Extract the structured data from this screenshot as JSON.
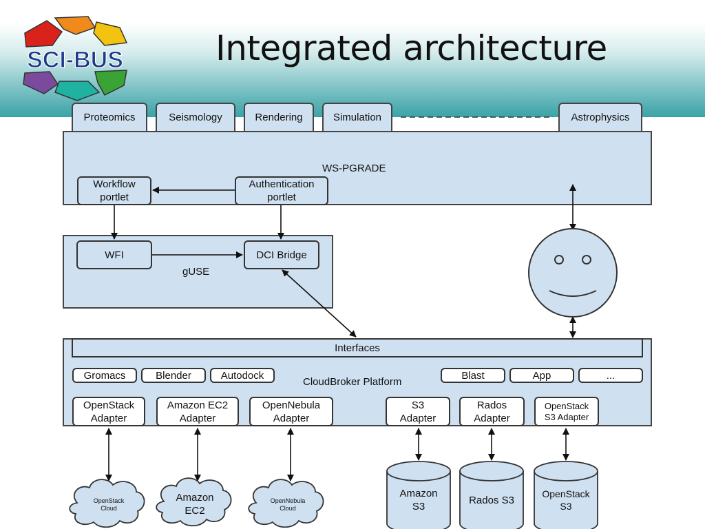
{
  "title": "Integrated architecture",
  "logo": {
    "text": "SCI-BUS"
  },
  "tabs": [
    "Proteomics",
    "Seismology",
    "Rendering",
    "Simulation",
    "Astrophysics"
  ],
  "wspgrade": {
    "label": "WS-PGRADE",
    "workflow_portlet": "Workflow\nportlet",
    "auth_portlet": "Authentication\nportlet"
  },
  "guse": {
    "label": "gUSE",
    "wfi": "WFI",
    "dci_bridge": "DCI Bridge"
  },
  "cloudbroker": {
    "interfaces": "Interfaces",
    "label": "CloudBroker Platform",
    "apps": [
      "Gromacs",
      "Blender",
      "Autodock",
      "Blast",
      "App",
      "..."
    ],
    "adapters": [
      "OpenStack\nAdapter",
      "Amazon EC2\nAdapter",
      "OpenNebula\nAdapter",
      "S3\nAdapter",
      "Rados\nAdapter",
      "OpenStack\nS3 Adapter"
    ]
  },
  "clouds": [
    "OpenStack\nCloud",
    "Amazon\nEC2",
    "OpenNebula\nCloud"
  ],
  "storages": [
    "Amazon\nS3",
    "Rados S3",
    "OpenStack\nS3"
  ],
  "colors": {
    "box_fill": "#cfe0f0",
    "header_teal": "#3aa3a7",
    "logo_red": "#d9221c",
    "logo_orange": "#f08a1c",
    "logo_yellow": "#f2c40f",
    "logo_green": "#3aa335",
    "logo_blue": "#2a4fb0",
    "logo_purple": "#7b4a9c",
    "logo_teal": "#20b2a0"
  }
}
